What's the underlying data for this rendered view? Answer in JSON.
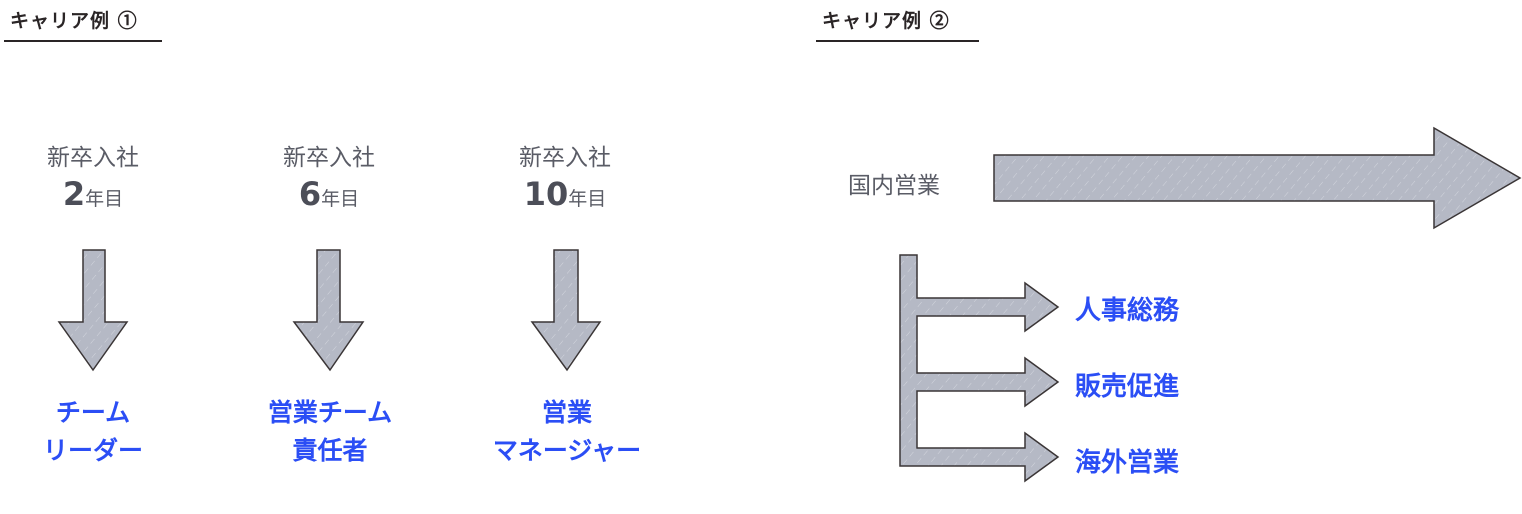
{
  "example1": {
    "heading": "キャリア例 ①",
    "stages": [
      {
        "line1": "新卒入社",
        "number": "2",
        "unit": "年目",
        "role_lines": [
          "チーム",
          "リーダー"
        ]
      },
      {
        "line1": "新卒入社",
        "number": "6",
        "unit": "年目",
        "role_lines": [
          "営業チーム",
          "責任者"
        ]
      },
      {
        "line1": "新卒入社",
        "number": "10",
        "unit": "年目",
        "role_lines": [
          "営業",
          "マネージャー"
        ]
      }
    ]
  },
  "example2": {
    "heading": "キャリア例 ②",
    "main_track": "国内営業",
    "branches": [
      "人事総務",
      "販売促進",
      "海外営業"
    ]
  },
  "colors": {
    "accent_blue": "#2b4ef5",
    "arrow_fill": "#b5b9c5",
    "arrow_stroke": "#3a3536",
    "text_gray": "#5a5c66",
    "heading_dark": "#2a2526"
  }
}
